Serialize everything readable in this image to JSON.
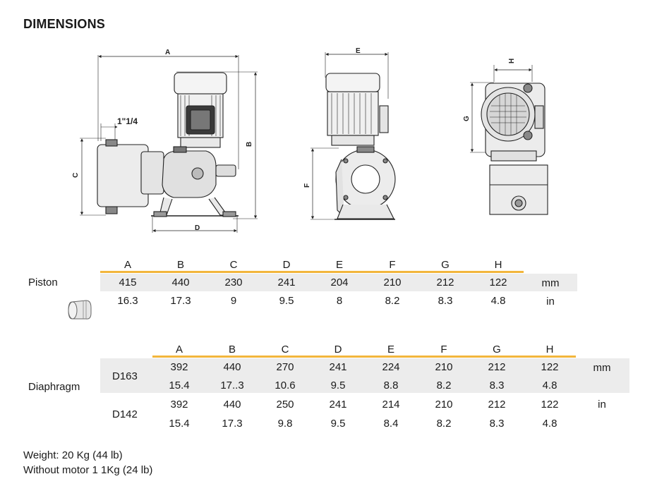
{
  "document": {
    "title": "DIMENSIONS"
  },
  "colors": {
    "accent_rule": "#f2b63c",
    "band": "#ececec",
    "ink": "#1a1a1a"
  },
  "drawing": {
    "labels": {
      "a": "A",
      "b": "B",
      "c": "C",
      "d": "D",
      "e": "E",
      "f": "F",
      "g": "G",
      "h": "H",
      "thread": "1\"1/4"
    },
    "icons": [
      "side-view-drawing",
      "front-view-drawing",
      "top-view-drawing",
      "piston-icon"
    ]
  },
  "piston_table": {
    "label": "Piston",
    "headers": [
      "A",
      "B",
      "C",
      "D",
      "E",
      "F",
      "G",
      "H"
    ],
    "rows": [
      {
        "values": [
          "415",
          "440",
          "230",
          "241",
          "204",
          "210",
          "212",
          "122"
        ],
        "unit": "mm"
      },
      {
        "values": [
          "16.3",
          "17.3",
          "9",
          "9.5",
          "8",
          "8.2",
          "8.3",
          "4.8"
        ],
        "unit": "in"
      }
    ]
  },
  "diaphragm_table": {
    "label": "Diaphragm",
    "headers": [
      "A",
      "B",
      "C",
      "D",
      "E",
      "F",
      "G",
      "H"
    ],
    "units": [
      "mm",
      "in"
    ],
    "groups": [
      {
        "model": "D163",
        "rows": [
          [
            "392",
            "440",
            "270",
            "241",
            "224",
            "210",
            "212",
            "122"
          ],
          [
            "15.4",
            "17..3",
            "10.6",
            "9.5",
            "8.8",
            "8.2",
            "8.3",
            "4.8"
          ]
        ]
      },
      {
        "model": "D142",
        "rows": [
          [
            "392",
            "440",
            "250",
            "241",
            "214",
            "210",
            "212",
            "122"
          ],
          [
            "15.4",
            "17.3",
            "9.8",
            "9.5",
            "8.4",
            "8.2",
            "8.3",
            "4.8"
          ]
        ]
      }
    ]
  },
  "footer": {
    "weight": "Weight: 20 Kg (44 lb)",
    "without_motor": "Without motor 1 1Kg (24 lb)"
  }
}
